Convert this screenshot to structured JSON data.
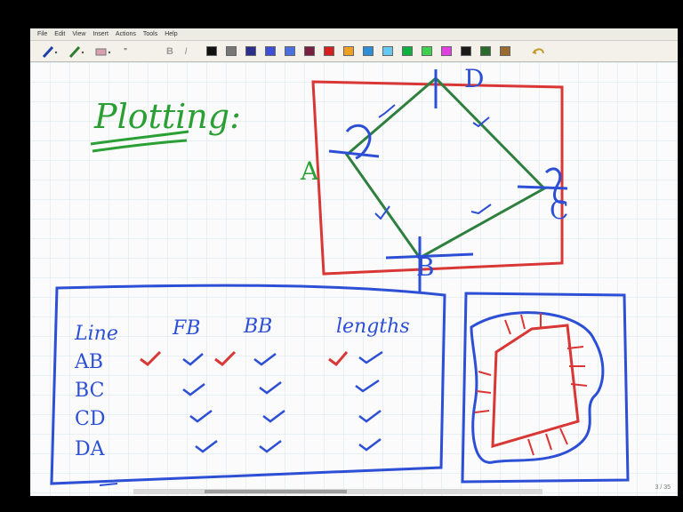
{
  "menu": [
    "File",
    "Edit",
    "View",
    "Insert",
    "Actions",
    "Tools",
    "Help"
  ],
  "toolbar": {
    "pen_icon": "pen-icon",
    "highlighter_icon": "highlighter-icon",
    "eraser_icon": "eraser-icon",
    "bold": "B",
    "italic": "I",
    "undo_icon": "undo-icon",
    "colors": [
      "#111111",
      "#777777",
      "#2b2f8f",
      "#3f4fd6",
      "#4a6fe0",
      "#7a2040",
      "#d62020",
      "#f0a020",
      "#2f8fd6",
      "#66c8f0",
      "#10b040",
      "#40d050",
      "#e040e0",
      "#1a1a1a",
      "#2a6a2a",
      "#9a6a30"
    ]
  },
  "page": {
    "title": "Plotting:",
    "labels": {
      "A": "A",
      "B": "B",
      "C": "C",
      "D": "D"
    },
    "table": {
      "headers": [
        "Line",
        "FB",
        "BB",
        "lengths"
      ],
      "rows": [
        "AB",
        "BC",
        "CD",
        "DA"
      ]
    },
    "indicator": "3 / 35"
  }
}
